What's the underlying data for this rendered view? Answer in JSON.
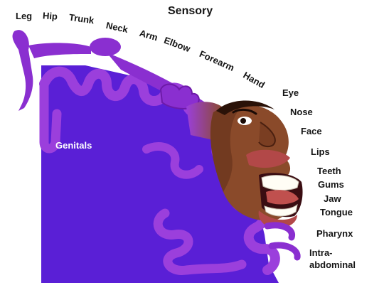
{
  "title": "Sensory",
  "body_labels": {
    "leg": "Leg",
    "hip": "Hip",
    "trunk": "Trunk",
    "neck": "Neck",
    "arm": "Arm",
    "elbow": "Elbow",
    "forearm": "Forearm",
    "hand": "Hand",
    "eye": "Eye",
    "nose": "Nose",
    "face": "Face",
    "lips": "Lips",
    "teeth": "Teeth",
    "gums": "Gums",
    "jaw": "Jaw",
    "tongue": "Tongue",
    "pharynx": "Pharynx",
    "intra_line1": "Intra-",
    "intra_line2": "abdominal",
    "genitals": "Genitals"
  },
  "colors": {
    "cortex_fill": "#5a1fd6",
    "gyrus": "#9b3fdc",
    "gyrus_edge": "#6d1aa8",
    "body": "#8a2fd0",
    "skin": "#8a4a2a",
    "skin_shadow": "#5e2e18",
    "lips": "#b24848",
    "teeth": "#fffdf5",
    "text": "#151515"
  }
}
